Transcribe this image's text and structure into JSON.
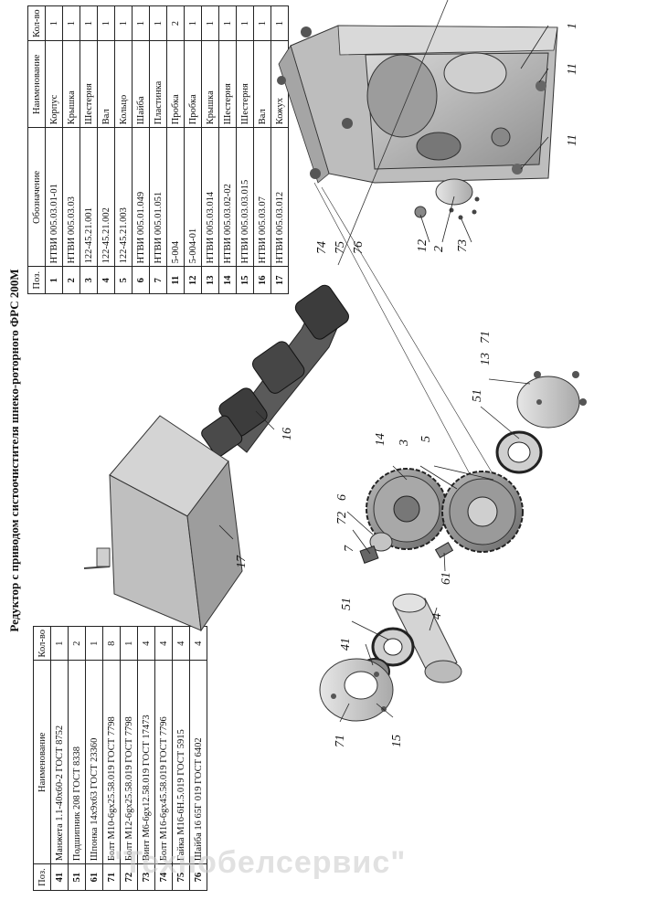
{
  "title": "Редуктор с приводом систоочистителя шнеко-роторного ФРС 200М",
  "top_table": {
    "headers": {
      "pos": "Поз.",
      "designation": "Обозначение",
      "name": "Наименование",
      "qty": "Кол-во"
    },
    "rows": [
      {
        "pos": "1",
        "designation": "НТВИ 005.03.01-01",
        "name": "Корпус",
        "qty": "1"
      },
      {
        "pos": "2",
        "designation": "НТВИ 005.03.03",
        "name": "Крышка",
        "qty": "1"
      },
      {
        "pos": "3",
        "designation": "122-45.21.001",
        "name": "Шестерня",
        "qty": "1"
      },
      {
        "pos": "4",
        "designation": "122-45.21.002",
        "name": "Вал",
        "qty": "1"
      },
      {
        "pos": "5",
        "designation": "122-45.21.003",
        "name": "Кольцо",
        "qty": "1"
      },
      {
        "pos": "6",
        "designation": "НТВИ 005.01.049",
        "name": "Шайба",
        "qty": "1"
      },
      {
        "pos": "7",
        "designation": "НТВИ 005.01.051",
        "name": "Пластинка",
        "qty": "1"
      },
      {
        "pos": "11",
        "designation": "5-004",
        "name": "Пробка",
        "qty": "2"
      },
      {
        "pos": "12",
        "designation": "5-004-01",
        "name": "Пробка",
        "qty": "1"
      },
      {
        "pos": "13",
        "designation": "НТВИ 005.03.014",
        "name": "Крышка",
        "qty": "1"
      },
      {
        "pos": "14",
        "designation": "НТВИ 005.03.02-02",
        "name": "Шестерня",
        "qty": "1"
      },
      {
        "pos": "15",
        "designation": "НТВИ 005.03.03.015",
        "name": "Шестерня",
        "qty": "1"
      },
      {
        "pos": "16",
        "designation": "НТВИ 005.03.07",
        "name": "Вал",
        "qty": "1"
      },
      {
        "pos": "17",
        "designation": "НТВИ 005.03.012",
        "name": "Кожух",
        "qty": "1"
      }
    ]
  },
  "bottom_table": {
    "headers": {
      "pos": "Поз.",
      "name": "Наименование",
      "qty": "Кол-во"
    },
    "rows": [
      {
        "pos": "41",
        "name": "Манжета 1.1-40х60-2 ГОСТ 8752",
        "qty": "1"
      },
      {
        "pos": "51",
        "name": "Подшипник 208 ГОСТ 8338",
        "qty": "2"
      },
      {
        "pos": "61",
        "name": "Шпонка 14х9х63 ГОСТ 23360",
        "qty": "1"
      },
      {
        "pos": "71",
        "name": "Болт М10-6gх25.58.019 ГОСТ 7798",
        "qty": "8"
      },
      {
        "pos": "72",
        "name": "Болт М12-6gх25.58.019 ГОСТ 7798",
        "qty": "1"
      },
      {
        "pos": "73",
        "name": "Винт М6-6gх12.58.019 ГОСТ 17473",
        "qty": "4"
      },
      {
        "pos": "74",
        "name": "Болт М16-6gх45.58.019 ГОСТ 7796",
        "qty": "4"
      },
      {
        "pos": "75",
        "name": "Гайка М16-6Н.5.019 ГОСТ 5915",
        "qty": "4"
      },
      {
        "pos": "76",
        "name": "Шайба 16 65Г 019 ГОСТ 6402",
        "qty": "4"
      }
    ]
  },
  "callouts": {
    "c1": "1",
    "c11a": "11",
    "c11b": "11",
    "c74": "74",
    "c75": "75",
    "c76": "76",
    "c12": "12",
    "c2": "2",
    "c73": "73",
    "c16": "16",
    "c17": "17",
    "c13": "13",
    "c71a": "71",
    "c51a": "51",
    "c14": "14",
    "c3": "3",
    "c5": "5",
    "c6": "6",
    "c72": "72",
    "c7": "7",
    "c61": "61",
    "c4": "4",
    "c41": "41",
    "c51b": "51",
    "c71b": "71",
    "c15": "15"
  },
  "watermark": "\"Технобелсервис\""
}
